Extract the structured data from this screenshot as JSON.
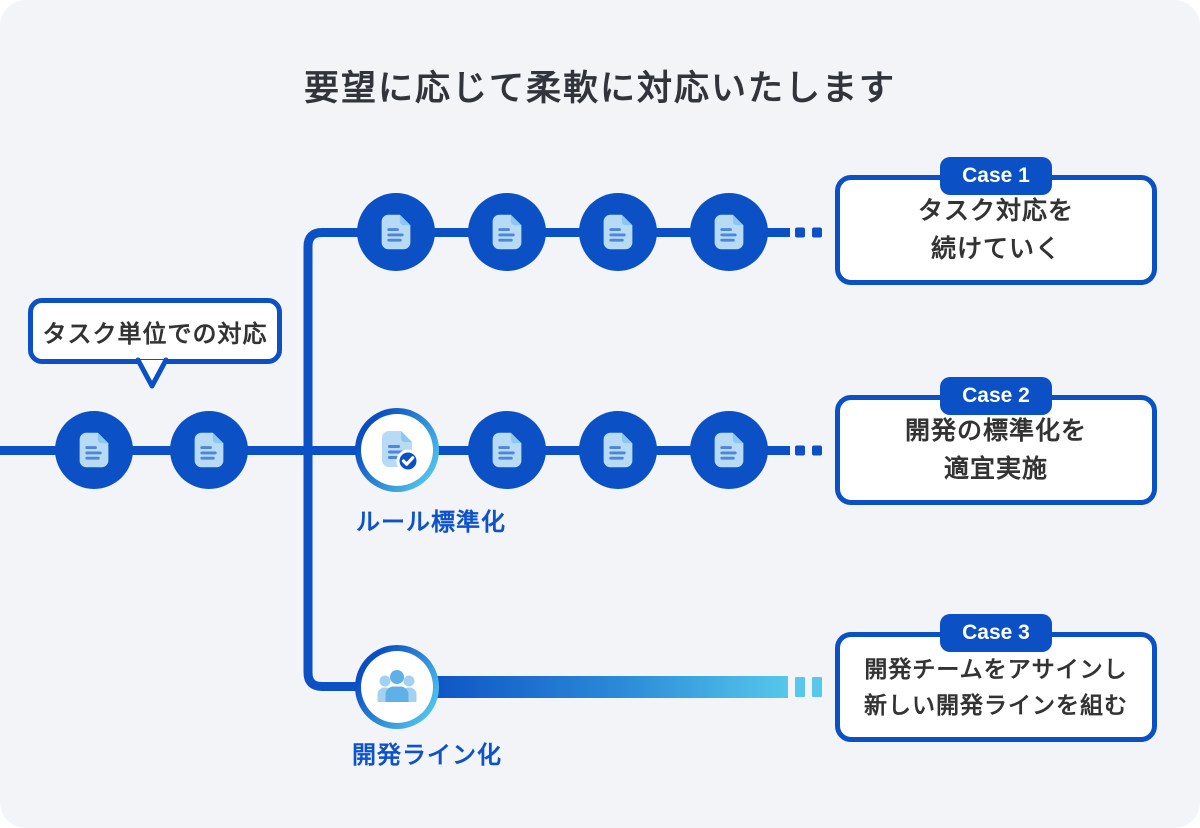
{
  "title": "要望に応じて柔軟に対応いたします",
  "speech_bubble": {
    "label": "タスク単位での対応"
  },
  "branch_labels": {
    "middle": "ルール標準化",
    "bottom": "開発ライン化"
  },
  "cases": [
    {
      "badge": "Case 1",
      "line1": "タスク対応を",
      "line2": "続けていく"
    },
    {
      "badge": "Case 2",
      "line1": "開発の標準化を",
      "line2": "適宜実施"
    },
    {
      "badge": "Case 3",
      "line1": "開発チームをアサインし",
      "line2": "新しい開発ラインを組む"
    }
  ],
  "icons": {
    "document": "document-icon",
    "document_check": "document-check-icon",
    "team": "team-icon"
  },
  "colors": {
    "brand_blue": "#0B51C5",
    "label_blue": "#0D52C8",
    "accent_cyan": "#57C7EB",
    "icon_light_blue": "#B7DBF4",
    "icon_fold_blue": "#8CC8EE",
    "icon_line_blue": "#4E86D8",
    "background": "#F2F4F8",
    "text_dark": "#333333",
    "case_bg": "#FFFFFF"
  }
}
